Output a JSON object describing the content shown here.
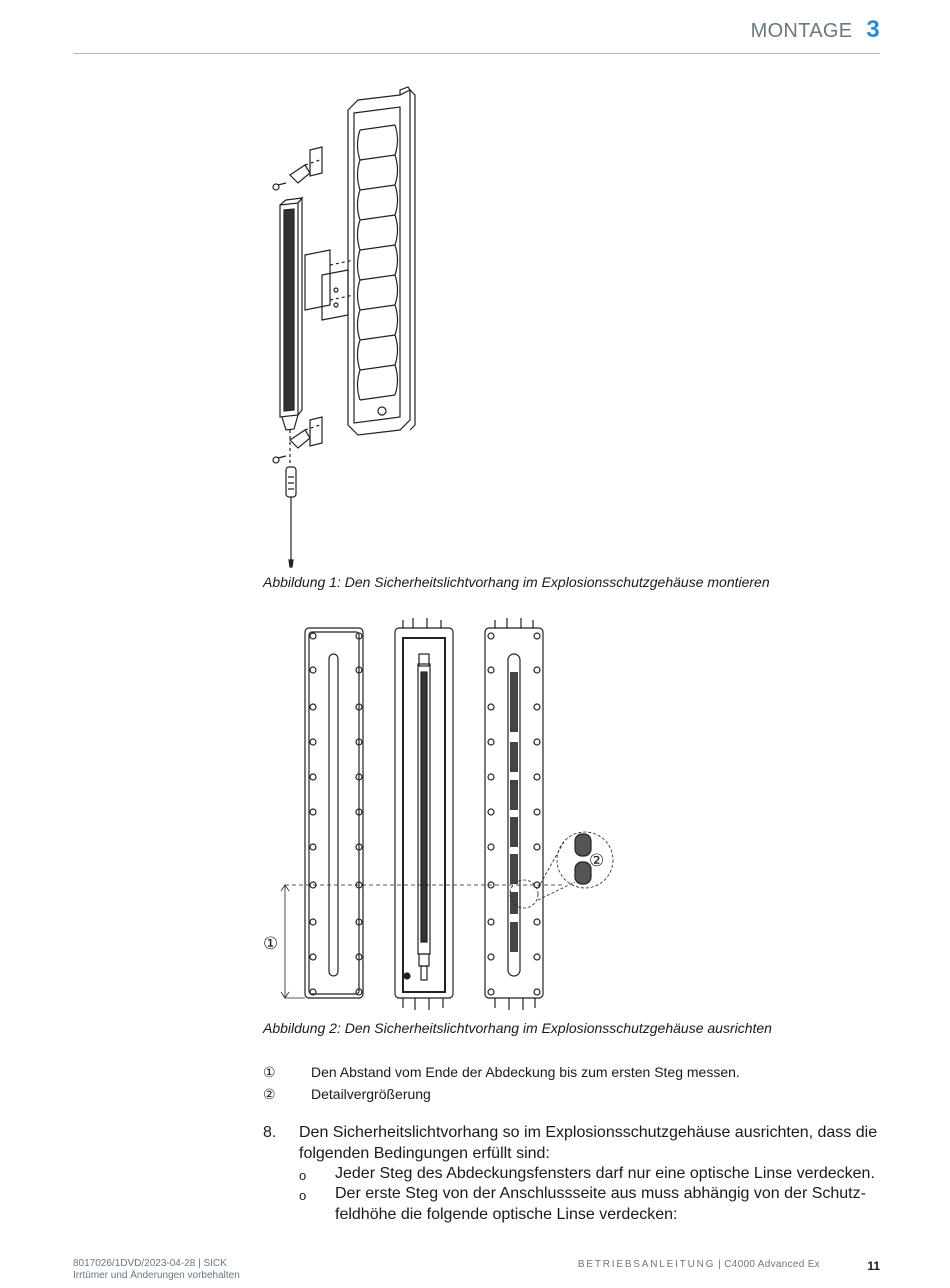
{
  "header": {
    "section": "MONTAGE",
    "number": "3"
  },
  "figure1": {
    "caption": "Abbildung 1: Den Sicherheitslichtvorhang im Explosionsschutzgehäuse montieren"
  },
  "figure2": {
    "caption": "Abbildung 2: Den Sicherheitslichtvorhang im Explosionsschutzgehäuse ausrichten",
    "callout_1": "①",
    "callout_2": "②"
  },
  "legend": [
    {
      "mark": "①",
      "text": "Den Abstand vom Ende der Abdeckung bis zum ersten Steg messen."
    },
    {
      "mark": "②",
      "text": "Detailvergrößerung"
    }
  ],
  "step": {
    "number": "8.",
    "text": "Den Sicherheitslichtvorhang so im Explosionsschutzgehäuse ausrichten, dass die folgenden Bedingungen erfüllt sind:"
  },
  "bullets": [
    {
      "mark": "o",
      "text": "Jeder Steg des Abdeckungsfensters darf nur eine optische Linse verdecken."
    },
    {
      "mark": "o",
      "text": "Der erste Steg von der Anschlussseite aus muss abhängig von der Schutz­feldhöhe die folgende optische Linse verdecken:"
    }
  ],
  "footer": {
    "doc_id": "8017026/1DVD/2023-04-28 | SICK",
    "disclaimer": "Irrtümer und Änderungen vorbehalten",
    "manual_type": "BETRIEBSANLEITUNG",
    "separator": " | ",
    "product": "C4000 Advanced Ex",
    "page": "11"
  }
}
